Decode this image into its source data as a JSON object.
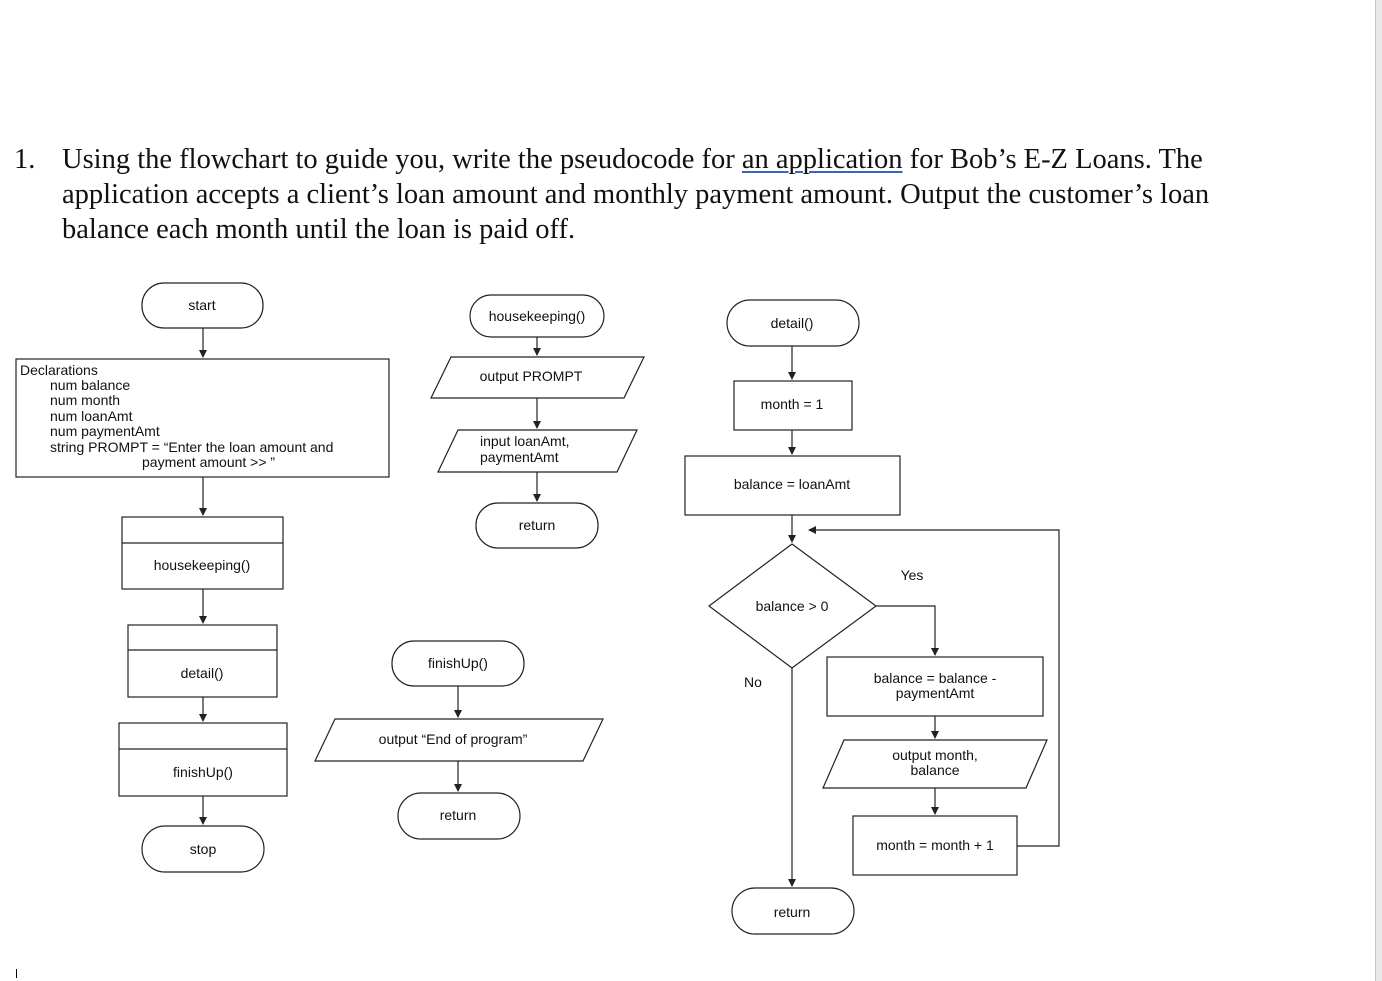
{
  "question": {
    "number": "1.",
    "before_link": "Using the flowchart to guide you, write the pseudocode for ",
    "link_text": "an  application",
    "after_link": " for Bob’s E-Z Loans. The application accepts a client’s loan amount and monthly payment amount. Output the customer’s loan balance each month until the loan is paid off."
  },
  "main_flow": {
    "start": "start",
    "declarations": [
      "Declarations",
      "num balance",
      "num month",
      "num loanAmt",
      "num paymentAmt",
      "string PROMPT = “Enter the loan amount and",
      "payment amount >> ”"
    ],
    "call_housekeeping": "housekeeping()",
    "call_detail": "detail()",
    "call_finishup": "finishUp()",
    "stop": "stop"
  },
  "housekeeping_module": {
    "header": "housekeeping()",
    "output": "output PROMPT",
    "input_lines": [
      "input loanAmt,",
      "paymentAmt"
    ],
    "return": "return"
  },
  "finishup_module": {
    "header": "finishUp()",
    "output": "output “End of program”",
    "return": "return"
  },
  "detail_module": {
    "header": "detail()",
    "init_month": "month = 1",
    "init_balance": "balance = loanAmt",
    "decision": "balance > 0",
    "yes_label": "Yes",
    "no_label": "No",
    "subtract_lines": [
      "balance = balance -",
      "paymentAmt"
    ],
    "output_lines": [
      "output month,",
      "balance"
    ],
    "increment": "month = month + 1",
    "return": "return"
  },
  "colors": {
    "stroke": "#222222",
    "link_underline": "#3b63c6"
  }
}
